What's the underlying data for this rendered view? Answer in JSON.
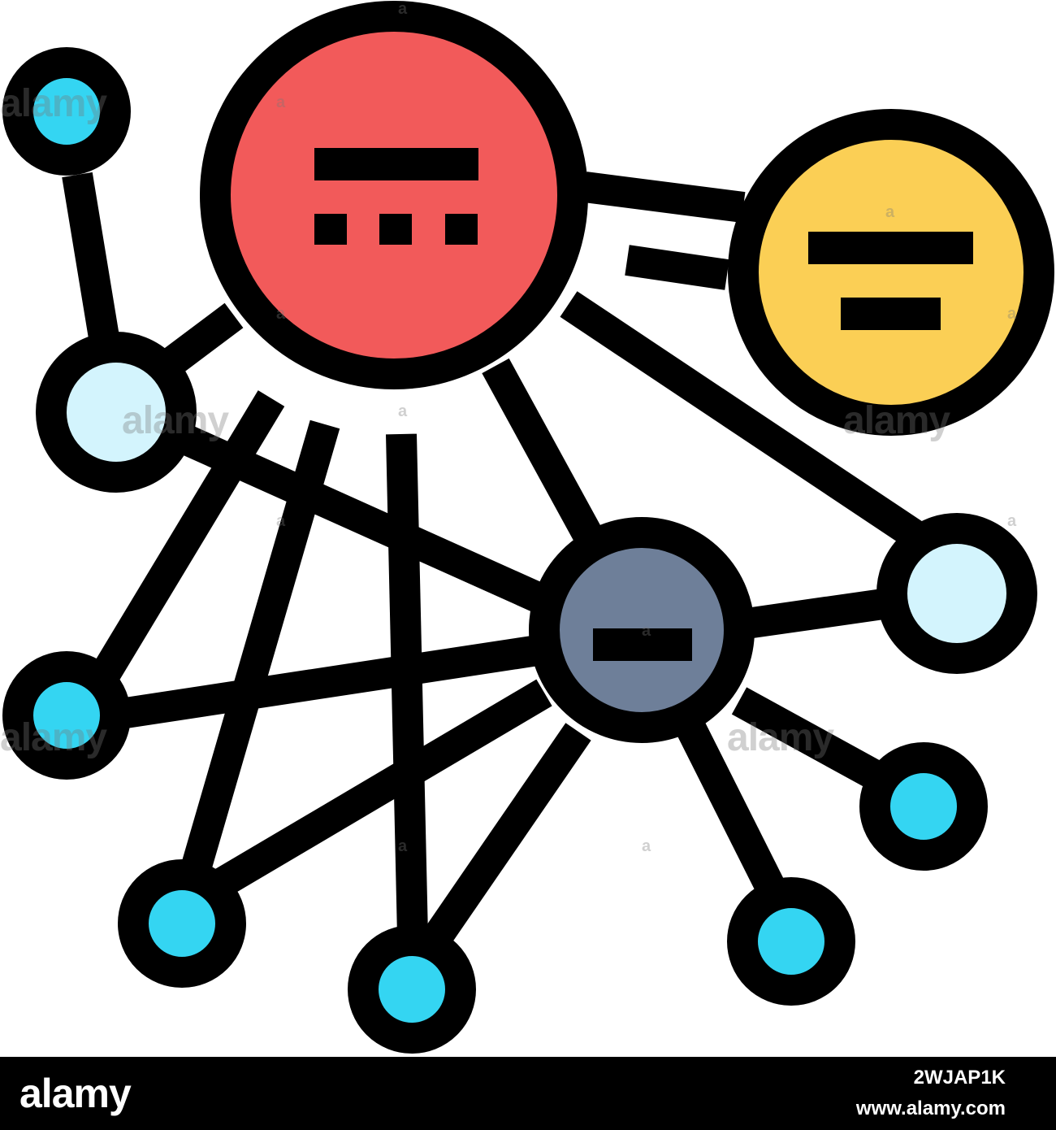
{
  "watermark": {
    "text": "alamy",
    "small": "a",
    "color": "#787878"
  },
  "footer": {
    "logo": "alamy",
    "image_id": "2WJAP1K",
    "site": "www.alamy.com",
    "background": "#000000",
    "text_color": "#ffffff"
  },
  "icon": {
    "name": "network-nodes-icon",
    "stroke_color": "#000000",
    "colors": {
      "red_hub": "#f25a5a",
      "yellow_hub": "#fbcf55",
      "gray_hub": "#6e7f99",
      "light_node": "#d3f4fd",
      "cyan_node": "#34d5f2"
    }
  }
}
